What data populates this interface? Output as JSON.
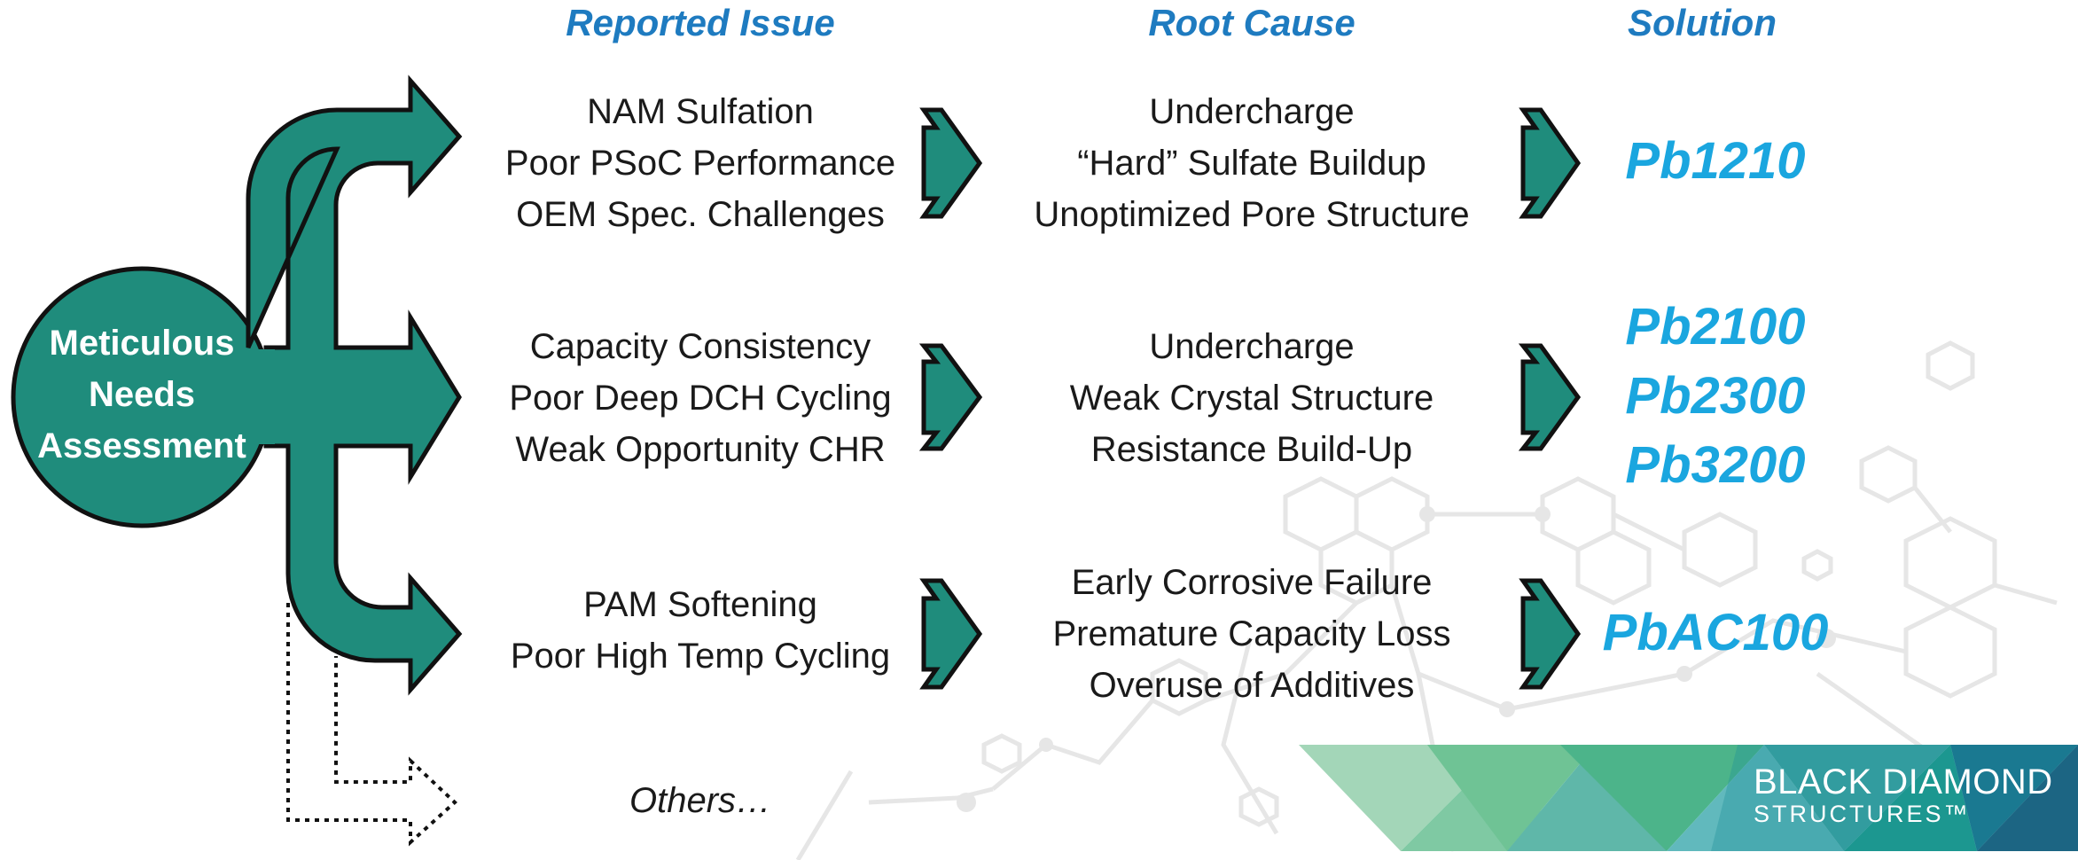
{
  "headers": {
    "issue": "Reported Issue",
    "cause": "Root Cause",
    "solution": "Solution"
  },
  "hub": {
    "lines": [
      "Meticulous",
      "Needs",
      "Assessment"
    ]
  },
  "rows": [
    {
      "issues": [
        "NAM Sulfation",
        "Poor PSoC Performance",
        "OEM Spec. Challenges"
      ],
      "causes": [
        "Undercharge",
        "“Hard” Sulfate Buildup",
        "Unoptimized Pore Structure"
      ],
      "solutions": [
        "Pb1210"
      ]
    },
    {
      "issues": [
        "Capacity Consistency",
        "Poor Deep DCH Cycling",
        "Weak Opportunity CHR"
      ],
      "causes": [
        "Undercharge",
        "Weak Crystal Structure",
        "Resistance Build-Up"
      ],
      "solutions": [
        "Pb2100",
        "Pb2300",
        "Pb3200"
      ]
    },
    {
      "issues": [
        "PAM Softening",
        "Poor High Temp Cycling"
      ],
      "causes": [
        "Early Corrosive Failure",
        "Premature Capacity Loss",
        "Overuse of Additives"
      ],
      "solutions": [
        "PbAC100"
      ]
    }
  ],
  "others": "Others…",
  "brand": {
    "name": "BLACK DIAMOND",
    "sub": "STRUCTURES™"
  },
  "colors": {
    "teal": "#1f8c7c",
    "header_blue": "#1e7bc0",
    "solution_blue": "#1aa6df"
  }
}
